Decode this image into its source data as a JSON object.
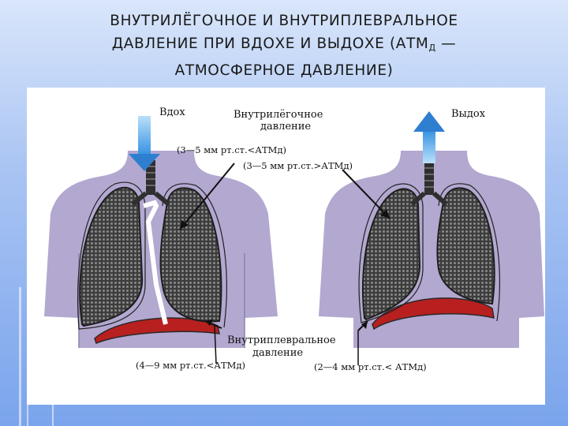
{
  "slide": {
    "title_line1": "ВНУТРИЛЁГОЧНОЕ И ВНУТРИПЛЕВРАЛЬНОЕ",
    "title_line2_main": "ДАВЛЕНИЕ ПРИ ВДОХЕ И ВЫДОХЕ (АТМ",
    "title_line2_sub": "Д",
    "title_line2_tail": " —",
    "title_line3": "АТМОСФЕРНОЕ ДАВЛЕНИЕ)"
  },
  "figure": {
    "inhale_label": "Вдох",
    "exhale_label": "Выдох",
    "intrapulmonary_label_1": "Внутрилёгочное",
    "intrapulmonary_label_2": "давление",
    "inhale_lung_pressure": "(3—5 мм рт.ст.<АТМд)",
    "exhale_lung_pressure": "(3—5 мм рт.ст.>АТМд)",
    "intrapleural_label_1": "Внутриплевральное",
    "intrapleural_label_2": "давление",
    "inhale_pleural_pressure": "(4—9 мм рт.ст.<АТМд)",
    "exhale_pleural_pressure": "(2—4 мм рт.ст.< АТМд)",
    "colors": {
      "body": "#b3a8d0",
      "lung": "#3d3d3d",
      "diaphragm": "#b8201f",
      "arrow": "#3f97e0"
    }
  }
}
